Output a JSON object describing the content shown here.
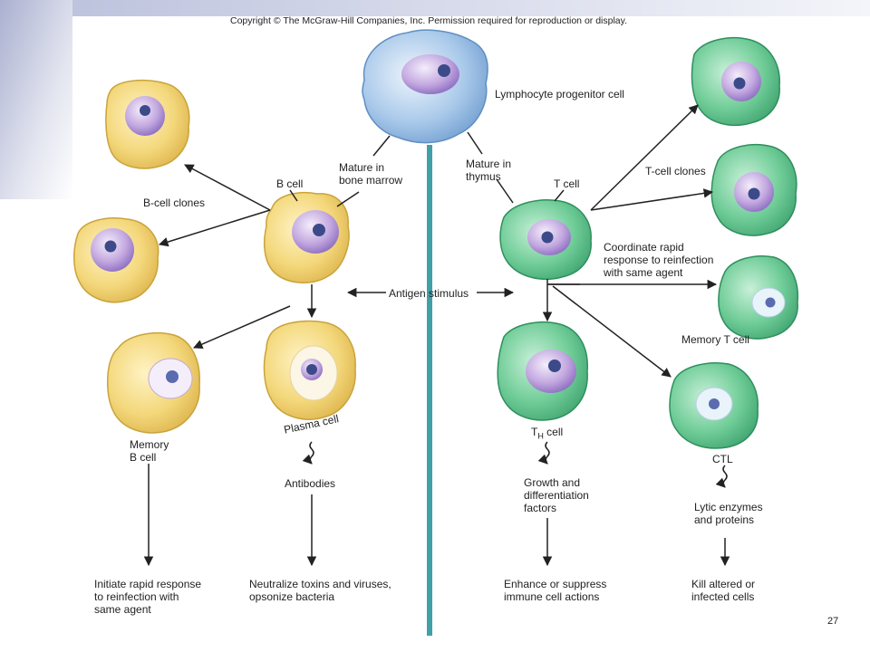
{
  "copyright": "Copyright © The McGraw-Hill Companies, Inc. Permission required for reproduction or display.",
  "page_number": "27",
  "labels": {
    "progenitor": "Lymphocyte progenitor cell",
    "mature_bone_marrow": "Mature in\nbone marrow",
    "b_cell": "B cell",
    "b_cell_clones": "B-cell clones",
    "mature_thymus": "Mature in\nthymus",
    "t_cell": "T cell",
    "t_cell_clones": "T-cell clones",
    "coordinate": "Coordinate rapid\nresponse to reinfection\nwith same agent",
    "antigen": "Antigen stimulus",
    "memory_t": "Memory T cell",
    "memory_b": "Memory\nB cell",
    "plasma": "Plasma cell",
    "th_main": "T",
    "th_sub": "H",
    "th_suffix": " cell",
    "ctl": "CTL",
    "antibodies": "Antibodies",
    "growth": "Growth and\ndifferentiation\nfactors",
    "lytic": "Lytic enzymes\nand proteins",
    "initiate": "Initiate rapid response\nto reinfection with\nsame agent",
    "neutralize": "Neutralize toxins and viruses,\nopsonize bacteria",
    "enhance": "Enhance or suppress\nimmune cell actions",
    "kill": "Kill altered or\ninfected cells"
  },
  "colors": {
    "b_cell_fill": "#f3d77a",
    "b_cell_edge": "#c9a43a",
    "t_cell_fill": "#6fcc97",
    "t_cell_edge": "#2f8f5e",
    "progenitor_fill": "#9cc2e6",
    "progenitor_edge": "#5f8fc2",
    "divider": "#3fa0a8",
    "nucleus": "#b89ad8",
    "chromatin": "#3c4a8a"
  }
}
